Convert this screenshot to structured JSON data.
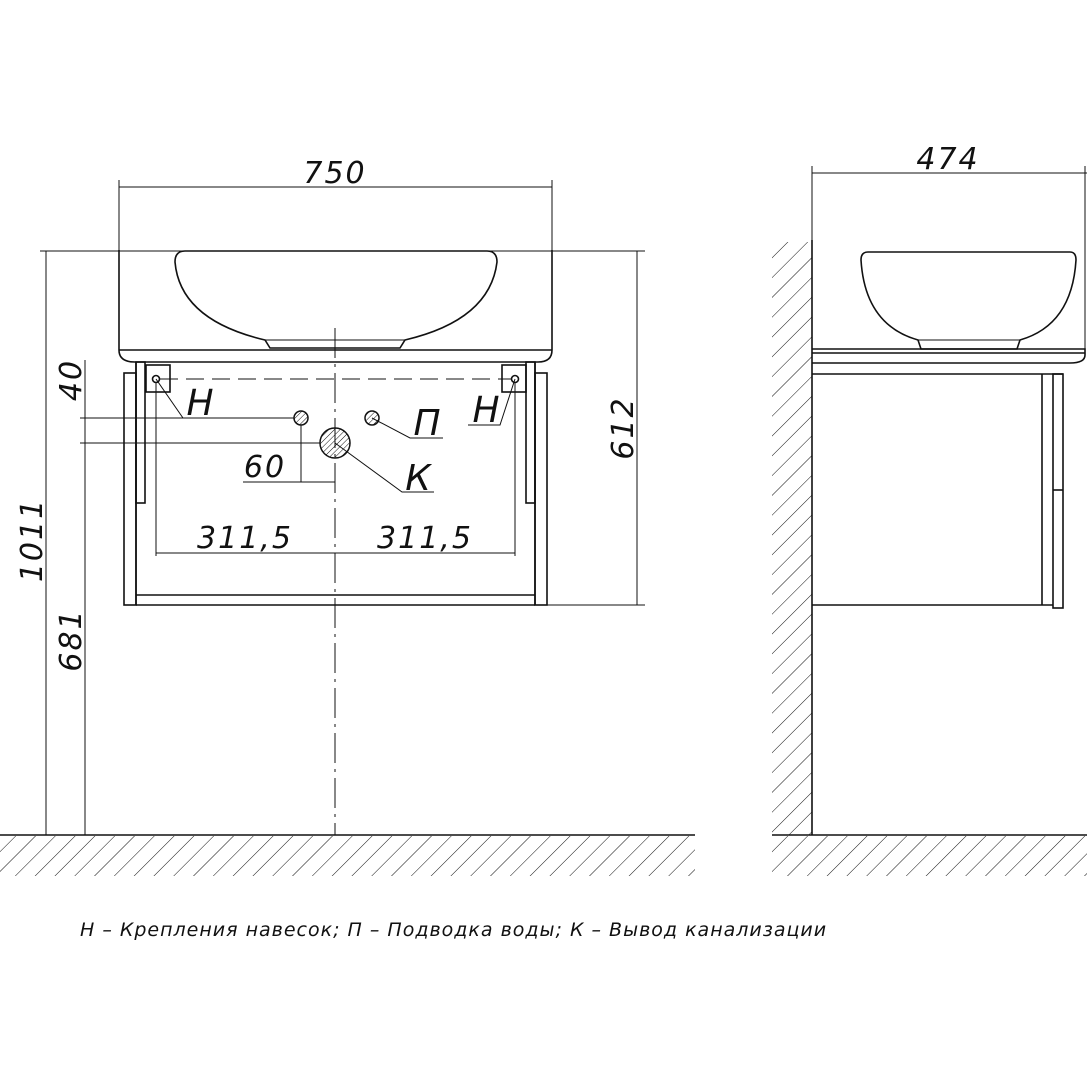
{
  "front_view": {
    "dimensions": {
      "width": "750",
      "height_cabinet": "612",
      "total_height": "1011",
      "floor_to_drain": "681",
      "inlet_offset": "40",
      "drain_offset": "60",
      "left_half": "311,5",
      "right_half": "311,5"
    },
    "labels": {
      "hanger_left": "Н",
      "hanger_right": "Н",
      "water": "П",
      "drain": "К"
    }
  },
  "side_view": {
    "dimensions": {
      "depth": "474"
    }
  },
  "caption": "Н – Крепления навесок; П – Подводка воды; К – Вывод канализации"
}
